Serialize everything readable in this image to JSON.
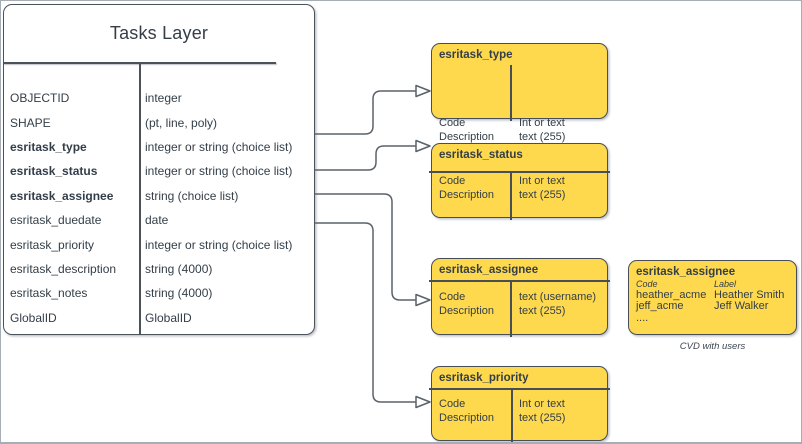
{
  "tasks_table": {
    "title": "Tasks Layer",
    "rows": [
      {
        "field": "OBJECTID",
        "type": "integer",
        "bold": false
      },
      {
        "field": "SHAPE",
        "type": "(pt, line, poly)",
        "bold": false
      },
      {
        "field": "esritask_type",
        "type": "integer or string (choice list)",
        "bold": true
      },
      {
        "field": "esritask_status",
        "type": "integer or string (choice list)",
        "bold": true
      },
      {
        "field": "esritask_assignee",
        "type": "string (choice list)",
        "bold": true
      },
      {
        "field": "esritask_duedate",
        "type": "date",
        "bold": false
      },
      {
        "field": "esritask_priority",
        "type": "integer or string (choice list)",
        "bold": false
      },
      {
        "field": "esritask_description",
        "type": "string (4000)",
        "bold": false
      },
      {
        "field": "esritask_notes",
        "type": "string (4000)",
        "bold": false
      },
      {
        "field": "GlobalID",
        "type": "GlobalID",
        "bold": false
      }
    ]
  },
  "domain_boxes": [
    {
      "title": "esritask_type",
      "left": [
        "Code",
        "Description"
      ],
      "right": [
        "Int or text",
        "text (255)"
      ]
    },
    {
      "title": "esritask_status",
      "left": [
        "Code",
        "Description"
      ],
      "right": [
        "Int or text",
        "text (255)"
      ]
    },
    {
      "title": "esritask_assignee",
      "left": [
        "Code",
        "Description"
      ],
      "right": [
        "text (username)",
        "text (255)"
      ]
    },
    {
      "title": "esritask_priority",
      "left": [
        "Code",
        "Description"
      ],
      "right": [
        "Int or text",
        "text (255)"
      ]
    }
  ],
  "cvd_box": {
    "title": "esritask_assignee",
    "col_headers": [
      "Code",
      "Label"
    ],
    "rows": [
      [
        "heather_acme",
        "Heather Smith"
      ],
      [
        "jeff_acme",
        "Jeff Walker"
      ]
    ],
    "ellipsis": "....",
    "caption": "CVD with users"
  },
  "colors": {
    "box_fill": "#FFD94D",
    "shape_stroke": "#474E56",
    "text": "#333E48",
    "connector": "#5A626A",
    "canvas_border": "#A6ADB5"
  }
}
